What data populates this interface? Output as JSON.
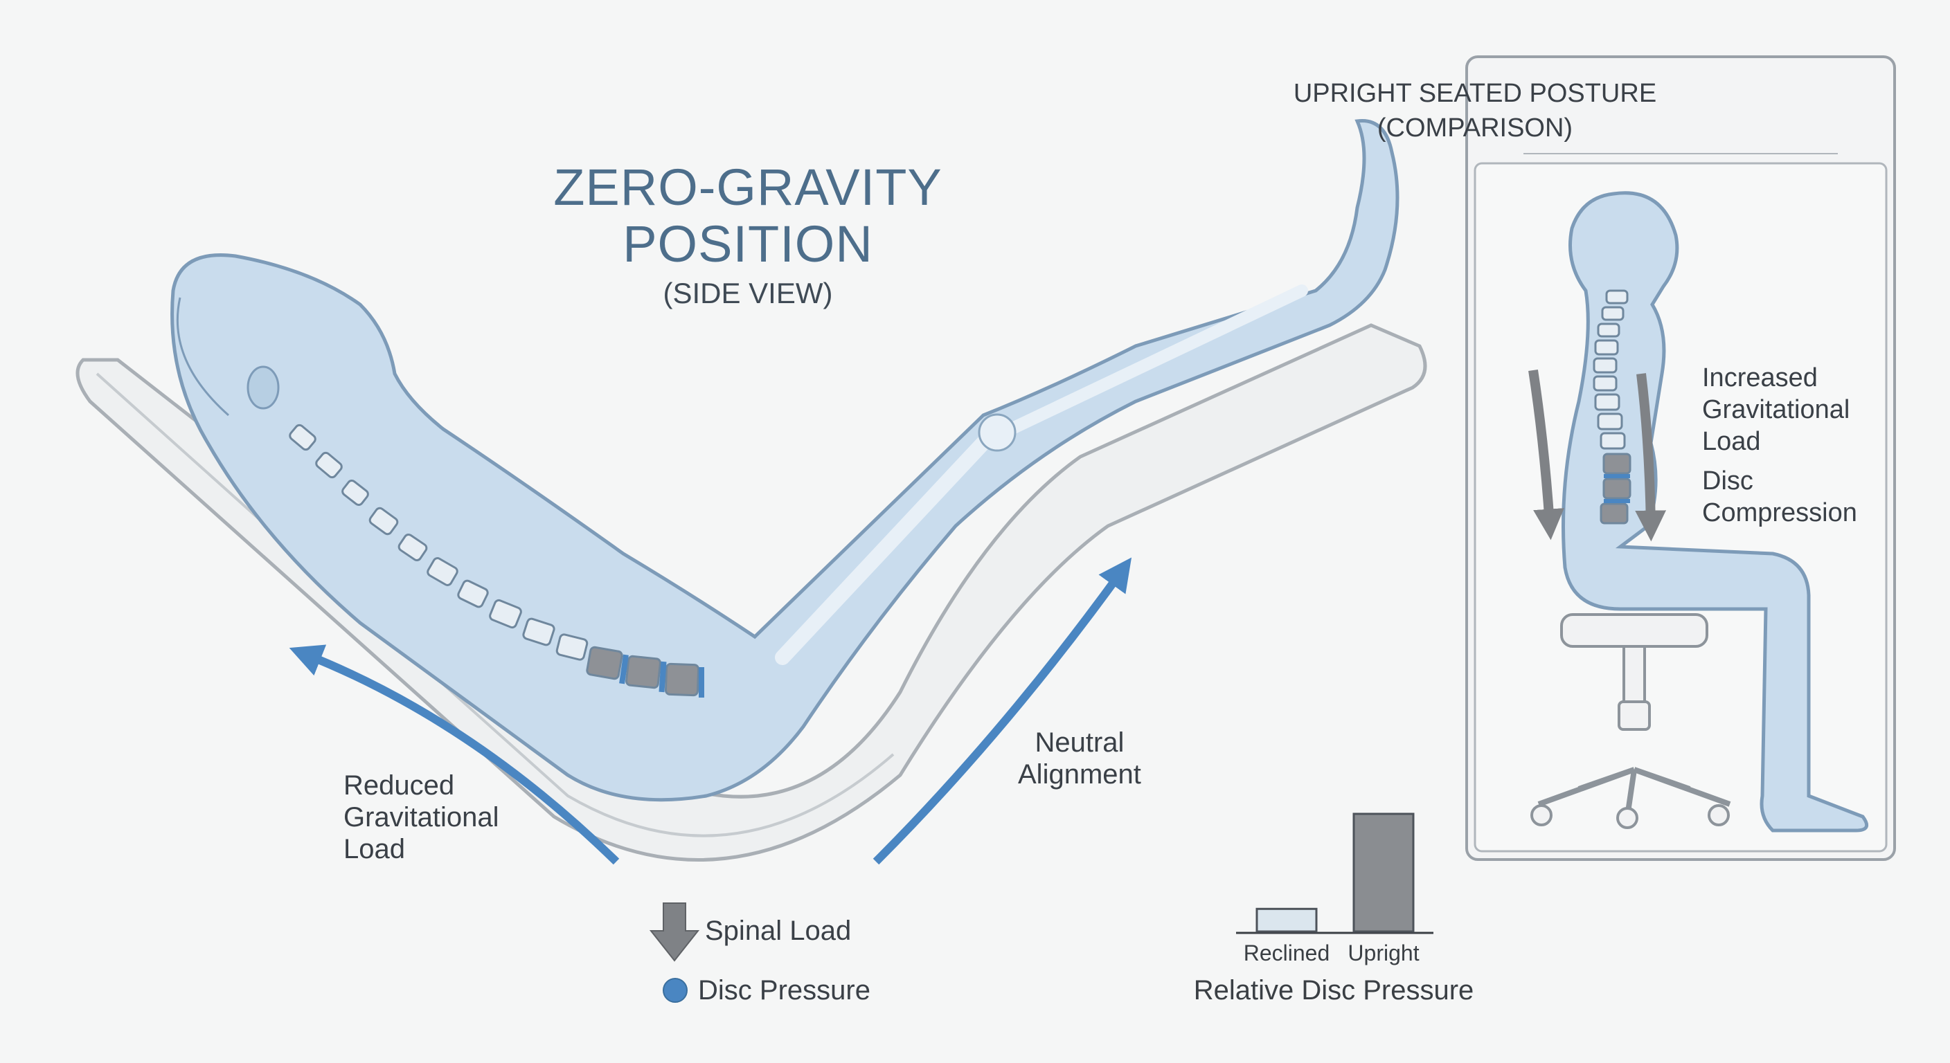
{
  "main_title": {
    "line1": "ZERO-GRAVITY",
    "line2": "POSITION",
    "subtitle": "(SIDE VIEW)"
  },
  "annotations": {
    "reduced_load": [
      "Reduced",
      "Gravitational",
      "Load"
    ],
    "neutral_alignment": [
      "Neutral",
      "Alignment"
    ]
  },
  "legend": {
    "spinal_load": "Spinal Load",
    "disc_pressure": "Disc Pressure"
  },
  "comparison_panel": {
    "title_line1": "UPRIGHT SEATED POSTURE",
    "title_line2": "(COMPARISON)",
    "increased_load": [
      "Increased",
      "Gravitational",
      "Load"
    ],
    "disc_compression": [
      "Disc",
      "Compression"
    ]
  },
  "chart_data": {
    "type": "bar",
    "categories": [
      "Reclined",
      "Upright"
    ],
    "values": [
      1,
      5.2
    ],
    "title": "Relative Disc Pressure",
    "xlabel": "",
    "ylabel": "",
    "ylim": [
      0,
      5.2
    ],
    "colors": [
      "#dbe6ee",
      "#8a8d91"
    ]
  },
  "colors": {
    "accent_blue": "#4a86c2",
    "body_fill": "#c9dced",
    "body_outline": "#7d9bb8",
    "gray_arrow": "#7f8286",
    "title_blue": "#4d6e8b"
  },
  "icons": [
    "spinal-load-down-arrow-icon",
    "disc-pressure-dot-icon"
  ]
}
